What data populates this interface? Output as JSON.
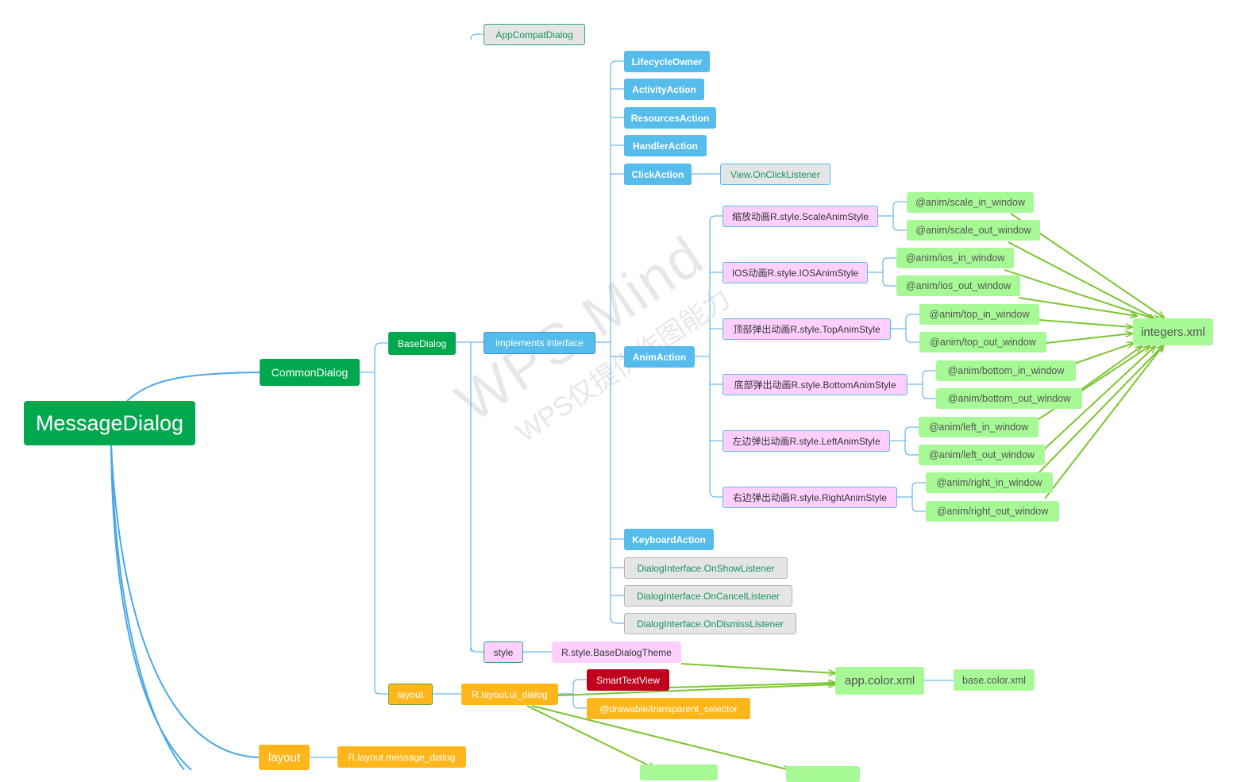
{
  "watermark": {
    "line1": "WPS Mind",
    "line2": "WPS仅提供作图能力"
  },
  "nodes": {
    "root": "MessageDialog",
    "common_dialog": "CommonDialog",
    "base_dialog": "BaseDialog",
    "layout_branch": "layout",
    "message_dialog_layout": "R.layout.message_dialog",
    "appcompat_dialog": "AppCompatDialog",
    "implements_interface": "implements interface",
    "style": "style",
    "base_dialog_theme": "R.style.BaseDialogTheme",
    "layout_child": "layout",
    "ui_dialog_layout": "R.layout.ui_dialog",
    "smart_text_view": "SmartTextView",
    "transparent_selector": "@drawable/transparent_selector",
    "app_color_xml": "app.color.xml",
    "base_color_xml": "base.color.xml",
    "lifecycle_owner": "LifecycleOwner",
    "activity_action": "ActivityAction",
    "resources_action": "ResourcesAction",
    "handler_action": "HandlerAction",
    "click_action": "ClickAction",
    "view_on_click_listener": "View.OnClickListener",
    "anim_action": "AnimAction",
    "keyboard_action": "KeyboardAction",
    "on_show_listener": "DialogInterface.OnShowListener",
    "on_cancel_listener": "DialogInterface.OnCancelListener",
    "on_dismiss_listener": "DialogInterface.OnDismissListener",
    "scale_anim_style": "缩放动画R.style.ScaleAnimStyle",
    "ios_anim_style": "IOS动画R.style.IOSAnimStyle",
    "top_anim_style": "顶部弹出动画R.style.TopAnimStyle",
    "bottom_anim_style": "底部弹出动画R.style.BottomAnimStyle",
    "left_anim_style": "左边弹出动画R.style.LeftAnimStyle",
    "right_anim_style": "右边弹出动画R.style.RightAnimStyle",
    "scale_in_window": "@anim/scale_in_window",
    "scale_out_window": "@anim/scale_out_window",
    "ios_in_window": "@anim/ios_in_window",
    "ios_out_window": "@anim/ios_out_window",
    "top_in_window": "@anim/top_in_window",
    "top_out_window": "@anim/top_out_window",
    "bottom_in_window": "@anim/bottom_in_window",
    "bottom_out_window": "@anim/bottom_out_window",
    "left_in_window": "@anim/left_in_window",
    "left_out_window": "@anim/left_out_window",
    "right_in_window": "@anim/right_in_window",
    "right_out_window": "@anim/right_out_window",
    "integers_xml": "integers.xml"
  },
  "colors": {
    "dark_green": "#02a84e",
    "blue": "#55bcec",
    "light_green": "#a6f995",
    "pink": "#ffd0ff",
    "orange": "#ffb61a",
    "red": "#c0001c",
    "gray": "#e5e5e5",
    "connector_blue": "#4aa8e8",
    "arrow_green": "#7cc630"
  }
}
